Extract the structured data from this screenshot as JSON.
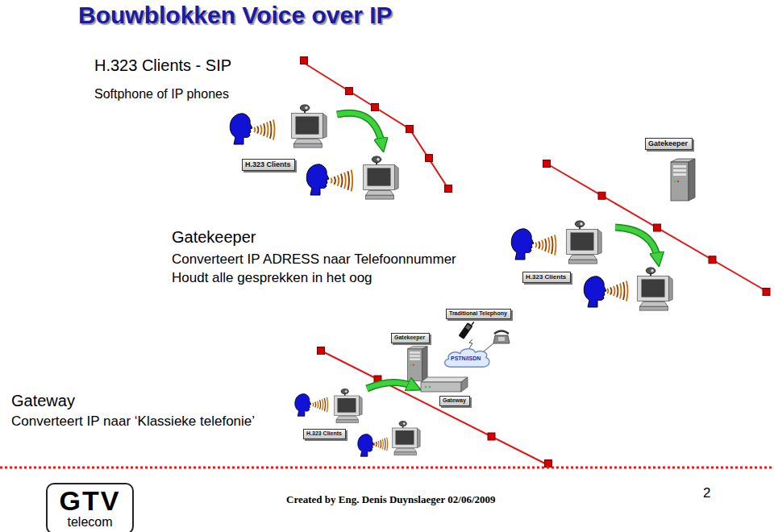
{
  "diagram": {
    "title": "Bouwblokken Voice over IP",
    "nodes": [
      {
        "text": [
          "H.323 Clients"
        ]
      },
      {
        "text": [
          "Gatekeeper"
        ]
      },
      {
        "text": [
          "H.323 Clients"
        ]
      },
      {
        "text": [
          "Traditional Telephony"
        ]
      },
      {
        "text": [
          "Gatekeeper"
        ]
      },
      {
        "text": [
          "PSTN/ISDN"
        ]
      },
      {
        "text": [
          "Gateway"
        ]
      },
      {
        "text": [
          "H.323 Clients"
        ]
      },
      {
        "text": [
          "GTV",
          "telecom"
        ]
      }
    ],
    "labels": [
      "H.323 Clients - SIP",
      "Softphone of IP phones",
      "Gatekeeper",
      "Converteert IP ADRESS naar Telefoonnummer",
      "Houdt alle gesprekken in het oog",
      "Gateway",
      "Converteert IP naar ‘Klassieke telefonie’",
      "Created by Eng. Denis Duynslaeger 02/06/2009",
      "2"
    ]
  }
}
